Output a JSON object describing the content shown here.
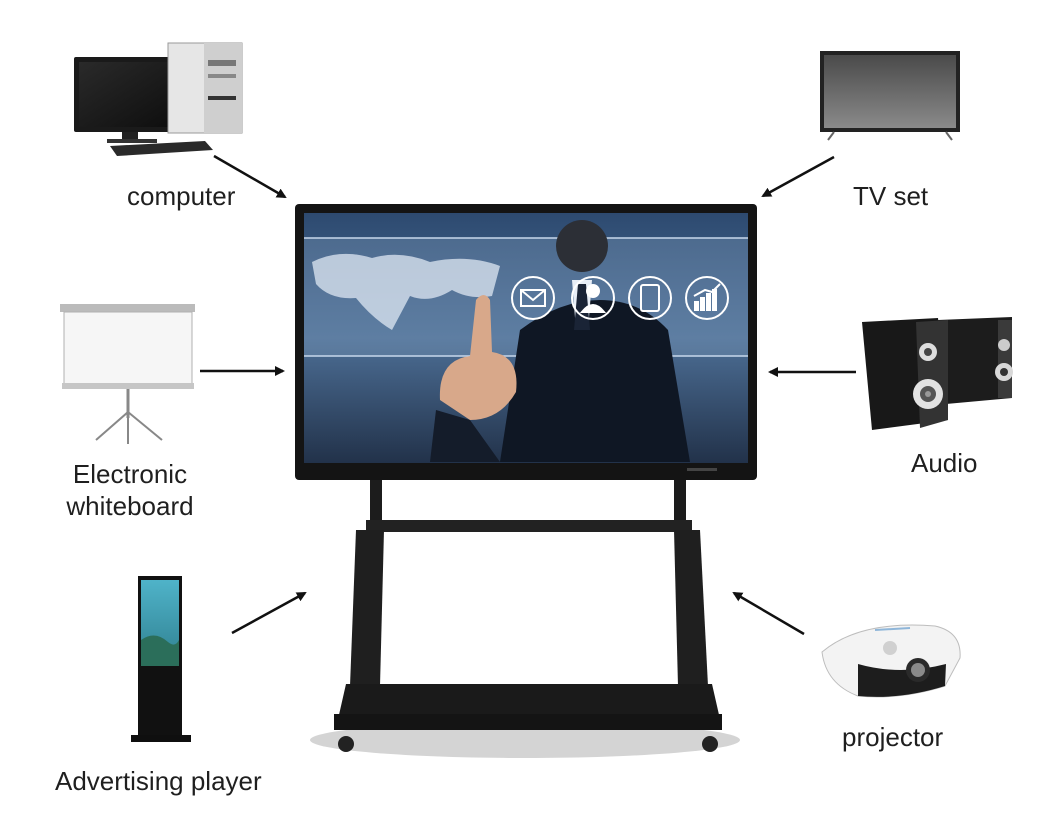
{
  "labels": {
    "computer": "computer",
    "tv_set": "TV set",
    "whiteboard_line1": "Electronic",
    "whiteboard_line2": "whiteboard",
    "audio": "Audio",
    "advertising_player": "Advertising player",
    "projector": "projector"
  },
  "colors": {
    "arrow": "#111111",
    "panel_frame": "#141414",
    "screen_blue": "#3f5f86",
    "stand": "#1c1c1c"
  }
}
